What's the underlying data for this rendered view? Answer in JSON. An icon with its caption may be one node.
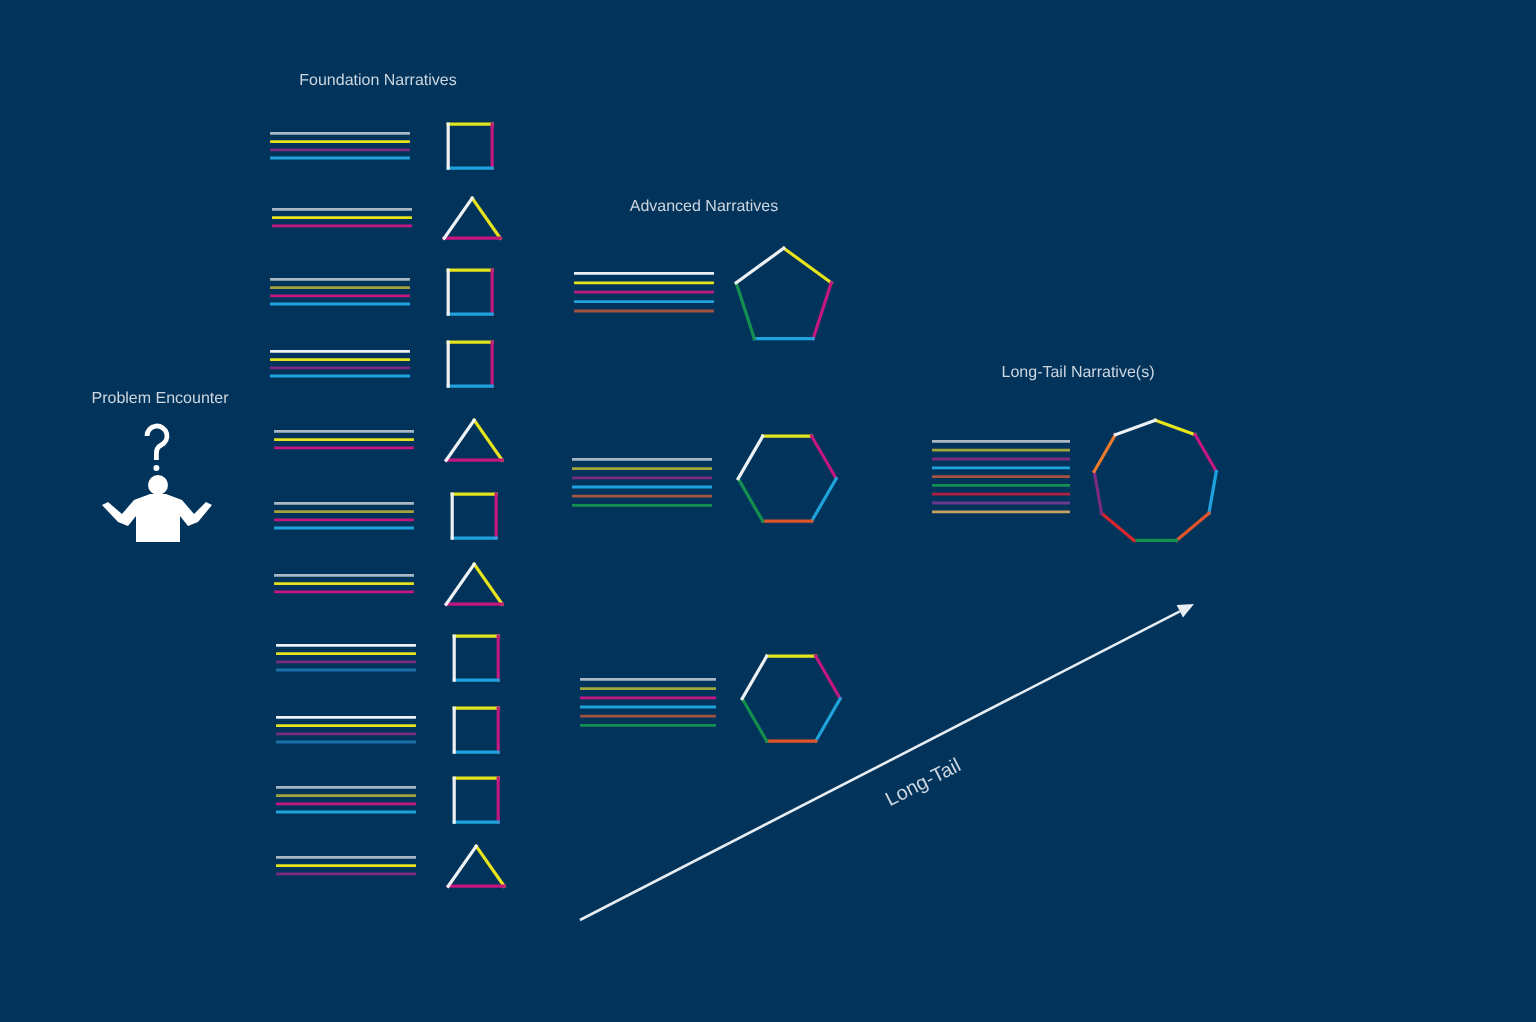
{
  "diagram": {
    "labels": [
      "Problem Encounter",
      "Foundation Narratives",
      "Advanced Narratives",
      "Long-Tail Narrative(s)",
      "Long-Tail"
    ]
  }
}
